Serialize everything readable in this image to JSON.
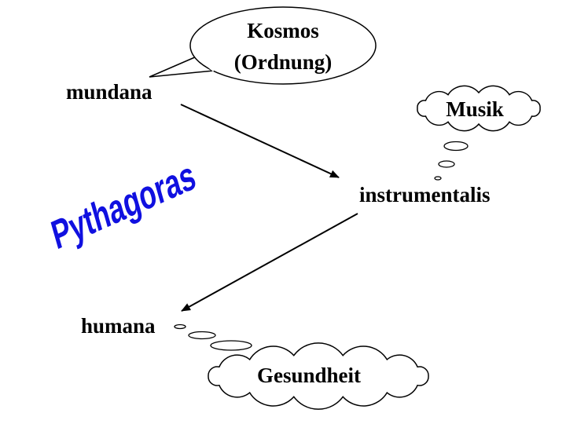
{
  "speech_bubble": {
    "line1": "Kosmos",
    "line2": "(Ordnung)"
  },
  "labels": {
    "mundana": "mundana",
    "instrumentalis": "instrumentalis",
    "humana": "humana"
  },
  "clouds": {
    "musik": "Musik",
    "gesundheit": "Gesundheit"
  },
  "wordart": {
    "text": "Pythagoras",
    "color": "#1010e0"
  }
}
